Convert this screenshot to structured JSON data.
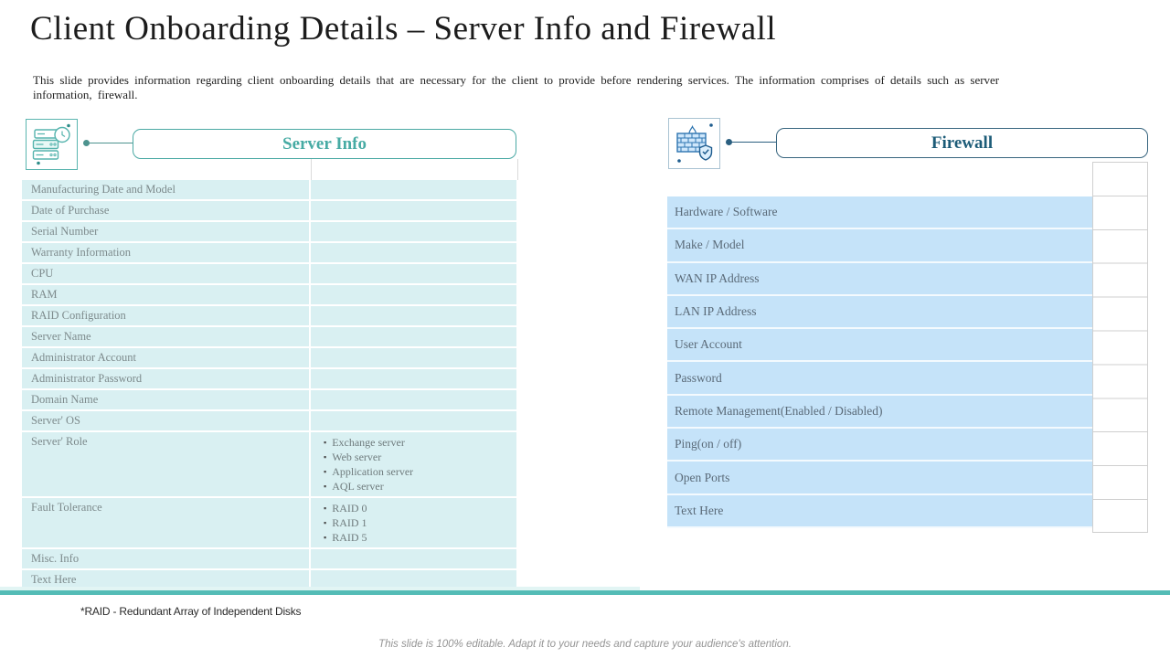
{
  "title": "Client Onboarding Details – Server Info and Firewall",
  "subtitle": "This slide provides information regarding client onboarding details that are necessary for the client to provide before rendering services. The information comprises of details such as server information, firewall.",
  "server_info": {
    "header": "Server Info",
    "accent_color": "#47aba4",
    "cell_color": "#d9f0f2",
    "rows": [
      {
        "label": "Manufacturing Date and Model",
        "value": ""
      },
      {
        "label": "Date of Purchase",
        "value": ""
      },
      {
        "label": "Serial Number",
        "value": ""
      },
      {
        "label": "Warranty Information",
        "value": ""
      },
      {
        "label": "CPU",
        "value": ""
      },
      {
        "label": "RAM",
        "value": ""
      },
      {
        "label": "RAID Configuration",
        "value": ""
      },
      {
        "label": "Server Name",
        "value": ""
      },
      {
        "label": "Administrator Account",
        "value": ""
      },
      {
        "label": "Administrator Password",
        "value": ""
      },
      {
        "label": "Domain Name",
        "value": ""
      },
      {
        "label": "Server' OS",
        "value": ""
      },
      {
        "label": "Server' Role",
        "value_items": [
          "Exchange server",
          "Web server",
          "Application server",
          "AQL server"
        ]
      },
      {
        "label": "Fault Tolerance",
        "value_items": [
          "RAID 0",
          "RAID 1",
          "RAID 5"
        ]
      },
      {
        "label": "Misc. Info",
        "value": ""
      },
      {
        "label": "Text Here",
        "value": ""
      }
    ]
  },
  "firewall": {
    "header": "Firewall",
    "accent_color": "#1d5c78",
    "cell_color": "#c5e3f9",
    "rows": [
      {
        "label": "Hardware / Software",
        "value": ""
      },
      {
        "label": "Make / Model",
        "value": ""
      },
      {
        "label": "WAN IP Address",
        "value": ""
      },
      {
        "label": "LAN IP Address",
        "value": ""
      },
      {
        "label": "User Account",
        "value": ""
      },
      {
        "label": "Password",
        "value": ""
      },
      {
        "label": "Remote Management(Enabled / Disabled)",
        "value": ""
      },
      {
        "label": "Ping(on / off)",
        "value": ""
      },
      {
        "label": "Open Ports",
        "value": ""
      },
      {
        "label": "Text Here",
        "value": ""
      }
    ]
  },
  "footnote": "*RAID - Redundant Array of Independent Disks",
  "footer_note": "This slide is 100% editable. Adapt it to your needs and capture your audience's attention."
}
